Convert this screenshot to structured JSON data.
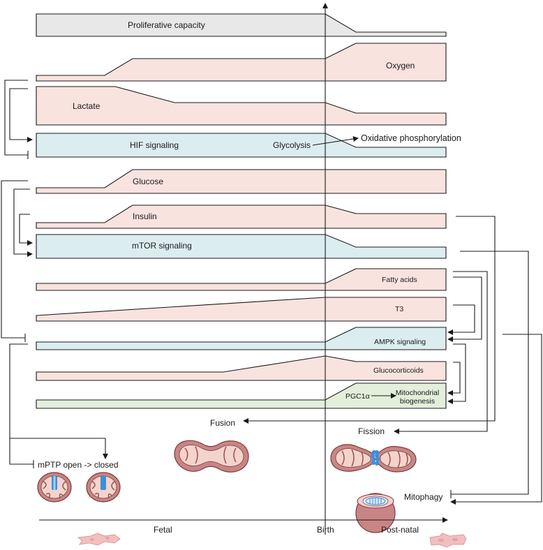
{
  "bands": {
    "proliferative": "Proliferative capacity",
    "oxygen": "Oxygen",
    "lactate": "Lactate",
    "hif": "HIF signaling",
    "glucose": "Glucose",
    "insulin": "Insulin",
    "mtor": "mTOR signaling",
    "fatty_acids": "Fatty acids",
    "t3": "T3",
    "ampk": "AMPK signaling",
    "glucocorticoids": "Glucocorticoids",
    "pgc1a": "PGC1α",
    "mito_biogenesis": [
      "Mitochondrial",
      "biogenesis"
    ]
  },
  "metabolism": {
    "glycolysis": "Glycolysis",
    "oxphos": "Oxidative phosphorylation"
  },
  "dynamics": {
    "fusion": "Fusion",
    "fission": "Fission",
    "mptp": "mPTP open -> closed",
    "mitophagy": "Mitophagy"
  },
  "timeline": {
    "fetal": "Fetal",
    "birth": "Birth",
    "postnatal": "Post-natal"
  },
  "colors": {
    "gray_band": "#e8e8e8",
    "pink_band": "#f9e3df",
    "blue_band": "#dcedf0",
    "green_band": "#e3eedb",
    "mito_outer": "#c98585",
    "mito_inner": "#f3d4cc",
    "cell_pink": "#f2bfbf",
    "mptp_blue": "#3d8fd9"
  }
}
